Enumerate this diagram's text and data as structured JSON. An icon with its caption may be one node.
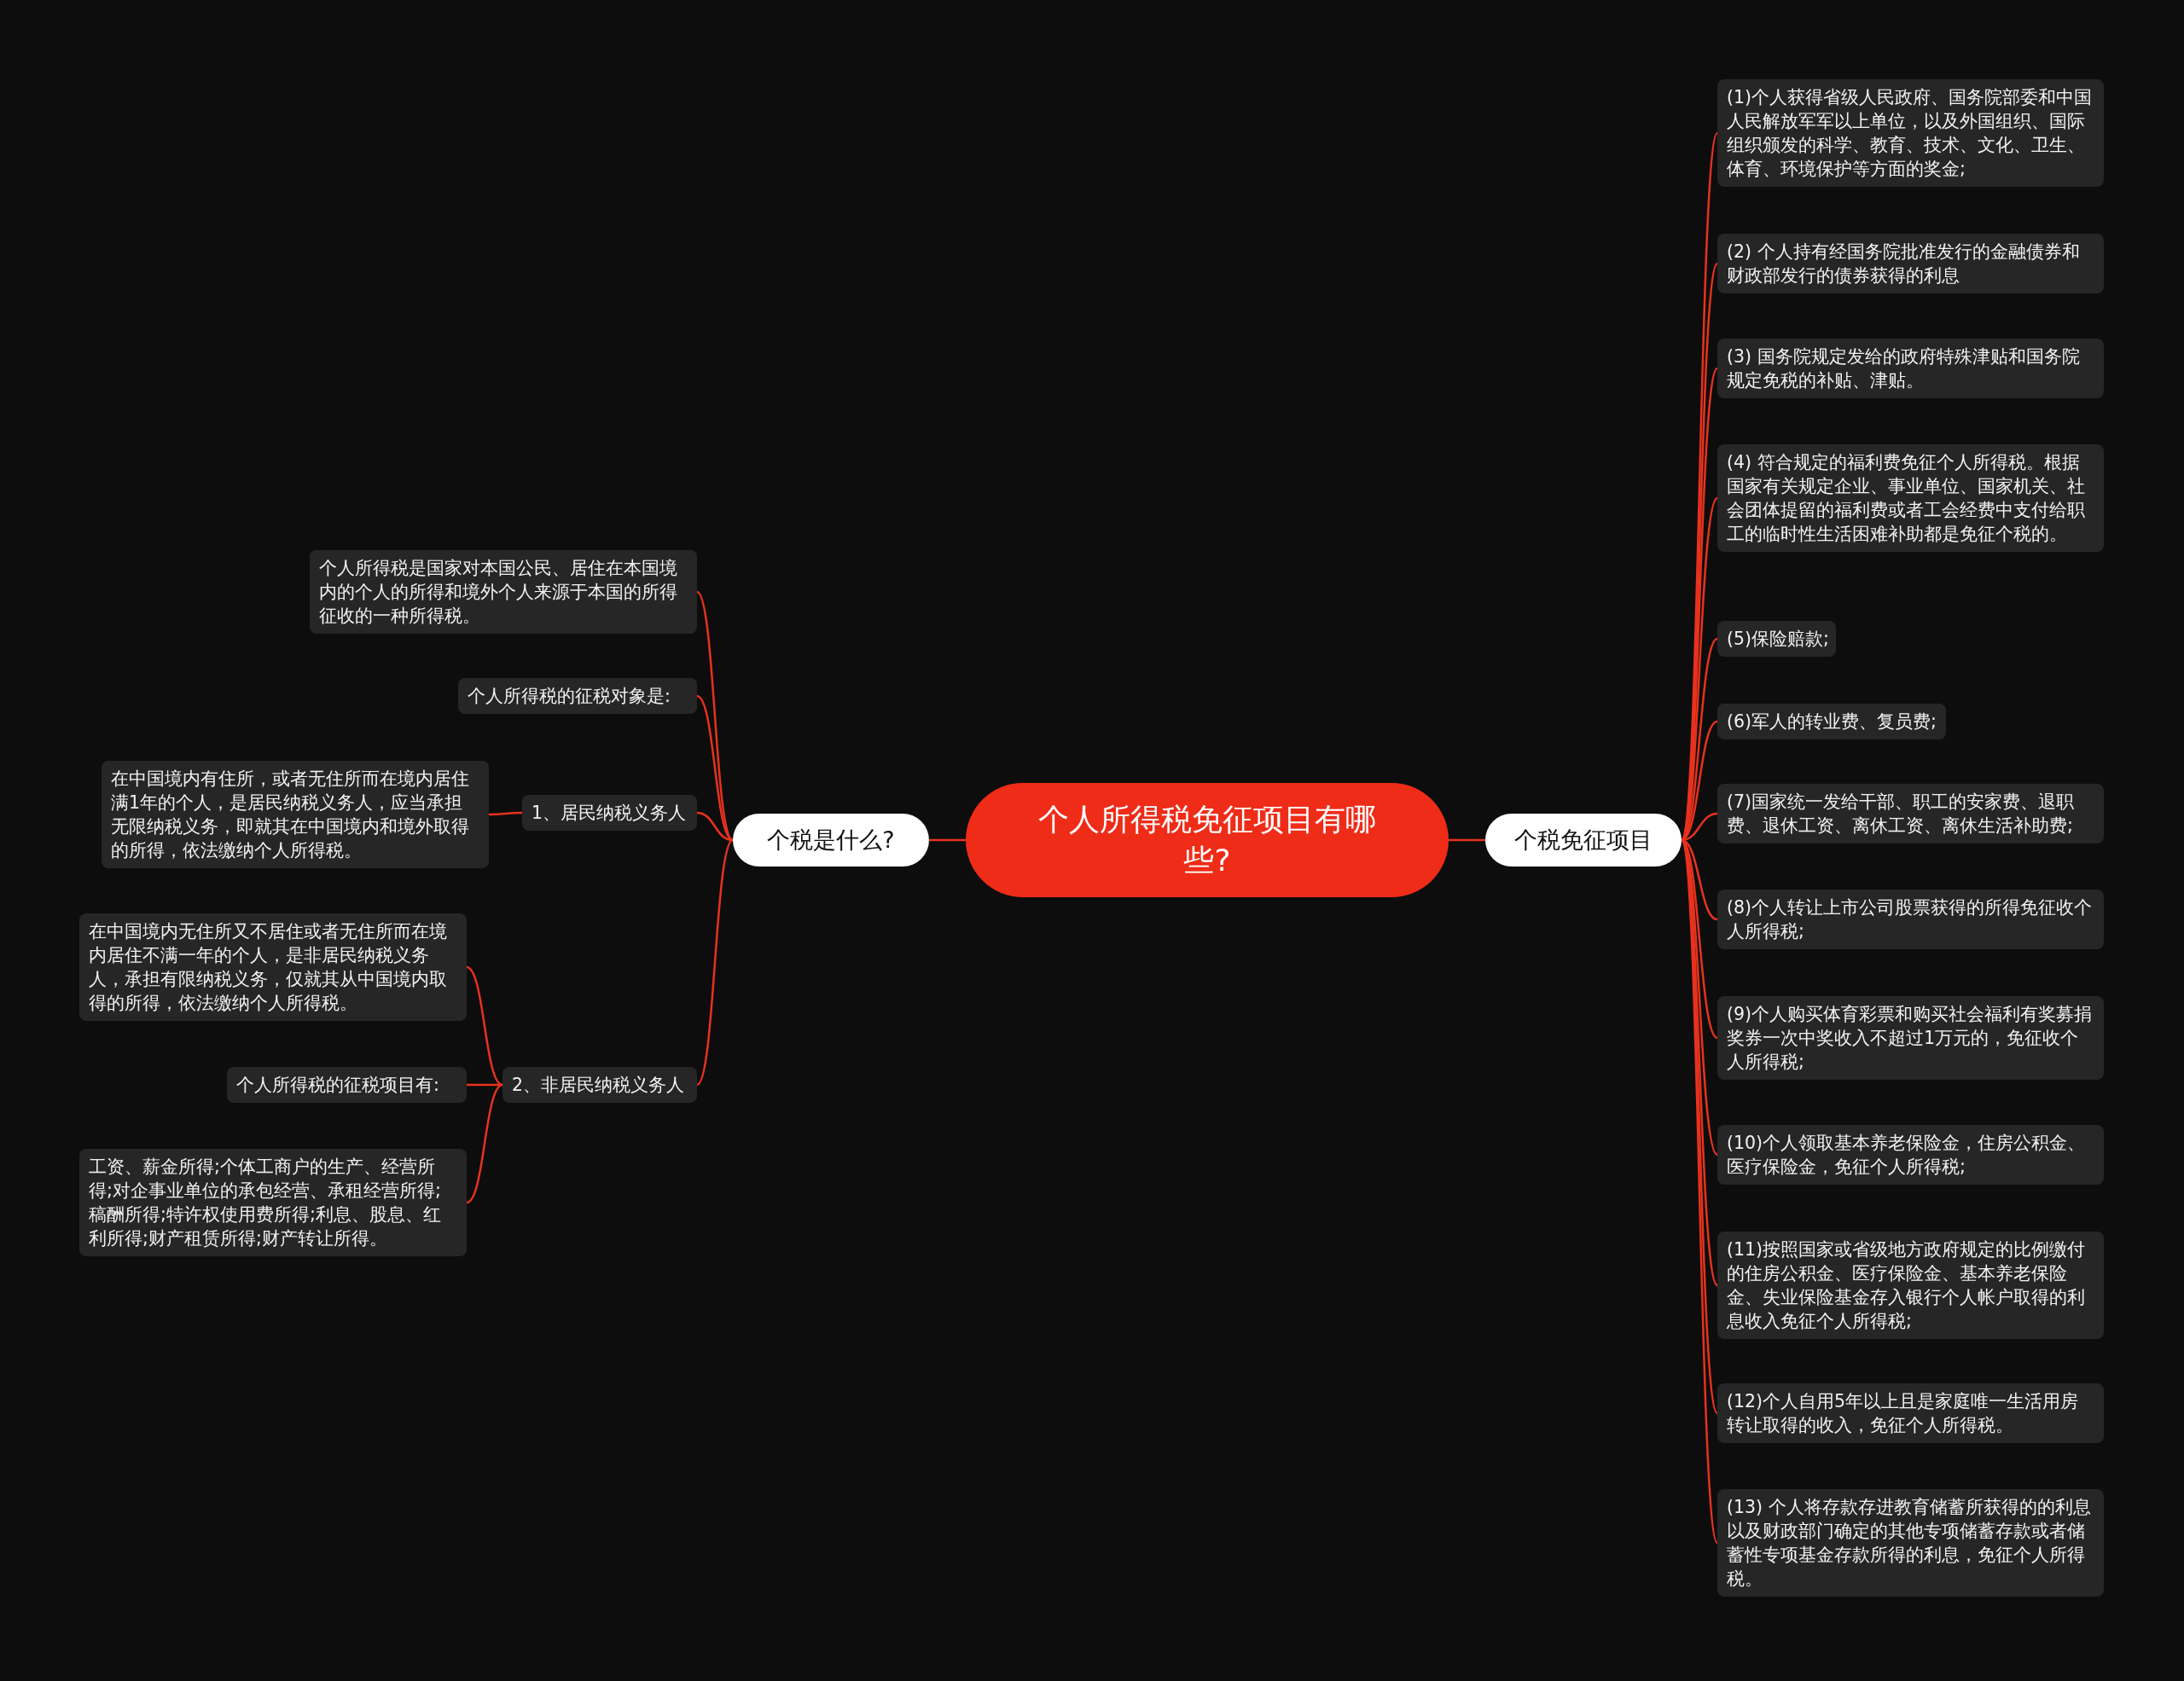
{
  "diagram": {
    "nodes": [
      {
        "text": [
          "个人所得税免征项目有哪些?"
        ]
      },
      {
        "text": [
          "个税是什么?"
        ]
      },
      {
        "text": [
          "个税免征项目"
        ]
      },
      {
        "text": [
          "个人所得税是国家对本国公民、居住在本国境内的个人的所得和境外个人来源于本国的所得征收的一种所得税。"
        ]
      },
      {
        "text": [
          "个人所得税的征税对象是:"
        ]
      },
      {
        "text": [
          "1、居民纳税义务人"
        ]
      },
      {
        "text": [
          "在中国境内有住所，或者无住所而在境内居住满1年的个人，是居民纳税义务人，应当承担无限纳税义务，即就其在中国境内和境外取得的所得，依法缴纳个人所得税。"
        ]
      },
      {
        "text": [
          "2、非居民纳税义务人"
        ]
      },
      {
        "text": [
          "在中国境内无住所又不居住或者无住所而在境内居住不满一年的个人，是非居民纳税义务人，承担有限纳税义务，仅就其从中国境内取得的所得，依法缴纳个人所得税。"
        ]
      },
      {
        "text": [
          "个人所得税的征税项目有:"
        ]
      },
      {
        "text": [
          "工资、薪金所得;个体工商户的生产、经营所得;对企事业单位的承包经营、承租经营所得;稿酬所得;特许权使用费所得;利息、股息、红利所得;财产租赁所得;财产转让所得。"
        ]
      },
      {
        "text": [
          "(1)个人获得省级人民政府、国务院部委和中国人民解放军军以上单位，以及外国组织、国际组织颁发的科学、教育、技术、文化、卫生、体育、环境保护等方面的奖金;"
        ]
      },
      {
        "text": [
          "(2) 个人持有经国务院批准发行的金融债券和财政部发行的债券获得的利息"
        ]
      },
      {
        "text": [
          "(3) 国务院规定发给的政府特殊津贴和国务院规定免税的补贴、津贴。"
        ]
      },
      {
        "text": [
          "(4) 符合规定的福利费免征个人所得税。根据国家有关规定企业、事业单位、国家机关、社会团体提留的福利费或者工会经费中支付给职工的临时性生活困难补助都是免征个税的。"
        ]
      },
      {
        "text": [
          "(5)保险赔款;"
        ]
      },
      {
        "text": [
          "(6)军人的转业费、复员费;"
        ]
      },
      {
        "text": [
          "(7)国家统一发给干部、职工的安家费、退职费、退休工资、离休工资、离休生活补助费;"
        ]
      },
      {
        "text": [
          "(8)个人转让上市公司股票获得的所得免征收个人所得税;"
        ]
      },
      {
        "text": [
          "(9)个人购买体育彩票和购买社会福利有奖募捐奖券一次中奖收入不超过1万元的，免征收个人所得税;"
        ]
      },
      {
        "text": [
          "(10)个人领取基本养老保险金，住房公积金、医疗保险金，免征个人所得税;"
        ]
      },
      {
        "text": [
          "(11)按照国家或省级地方政府规定的比例缴付的住房公积金、医疗保险金、基本养老保险金、失业保险基金存入银行个人帐户取得的利息收入免征个人所得税;"
        ]
      },
      {
        "text": [
          "(12)个人自用5年以上且是家庭唯一生活用房转让取得的收入，免征个人所得税。"
        ]
      },
      {
        "text": [
          "(13) 个人将存款存进教育储蓄所获得的的利息以及财政部门确定的其他专项储蓄存款或者储蓄性专项基金存款所得的利息，免征个人所得税。"
        ]
      }
    ],
    "edges": [
      {
        "from": 0,
        "to": 1,
        "arrow": "none"
      },
      {
        "from": 0,
        "to": 2,
        "arrow": "none"
      },
      {
        "from": 1,
        "to": 3,
        "arrow": "none"
      },
      {
        "from": 1,
        "to": 4,
        "arrow": "none"
      },
      {
        "from": 1,
        "to": 5,
        "arrow": "none"
      },
      {
        "from": 1,
        "to": 7,
        "arrow": "none"
      },
      {
        "from": 5,
        "to": 6,
        "arrow": "none"
      },
      {
        "from": 7,
        "to": 8,
        "arrow": "none"
      },
      {
        "from": 7,
        "to": 9,
        "arrow": "none"
      },
      {
        "from": 7,
        "to": 10,
        "arrow": "none"
      },
      {
        "from": 2,
        "to": 11,
        "arrow": "none"
      },
      {
        "from": 2,
        "to": 12,
        "arrow": "none"
      },
      {
        "from": 2,
        "to": 13,
        "arrow": "none"
      },
      {
        "from": 2,
        "to": 14,
        "arrow": "none"
      },
      {
        "from": 2,
        "to": 15,
        "arrow": "none"
      },
      {
        "from": 2,
        "to": 16,
        "arrow": "none"
      },
      {
        "from": 2,
        "to": 17,
        "arrow": "none"
      },
      {
        "from": 2,
        "to": 18,
        "arrow": "none"
      },
      {
        "from": 2,
        "to": 19,
        "arrow": "none"
      },
      {
        "from": 2,
        "to": 20,
        "arrow": "none"
      },
      {
        "from": 2,
        "to": 21,
        "arrow": "none"
      },
      {
        "from": 2,
        "to": 22,
        "arrow": "none"
      },
      {
        "from": 2,
        "to": 23,
        "arrow": "none"
      }
    ]
  }
}
